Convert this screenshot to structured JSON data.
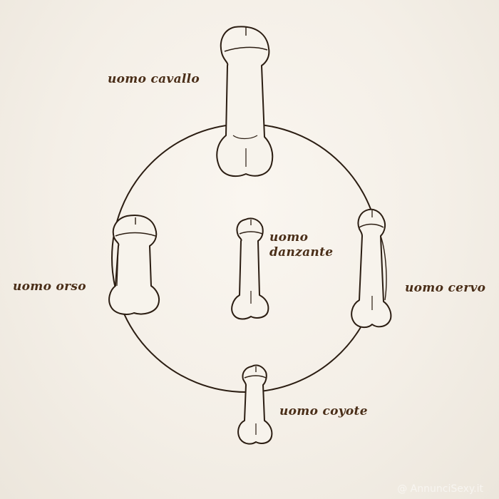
{
  "diagram": {
    "labels": {
      "top": "uomo cavallo",
      "left": "uomo orso",
      "right": "uomo cervo",
      "bottom": "uomo coyote",
      "center_line1": "uomo",
      "center_line2": "danzante"
    },
    "watermark": "@ AnnunciSexy.it"
  },
  "colors": {
    "ink": "#2b1d12",
    "label": "#4a2e18",
    "paper": "#f5f1ea"
  }
}
